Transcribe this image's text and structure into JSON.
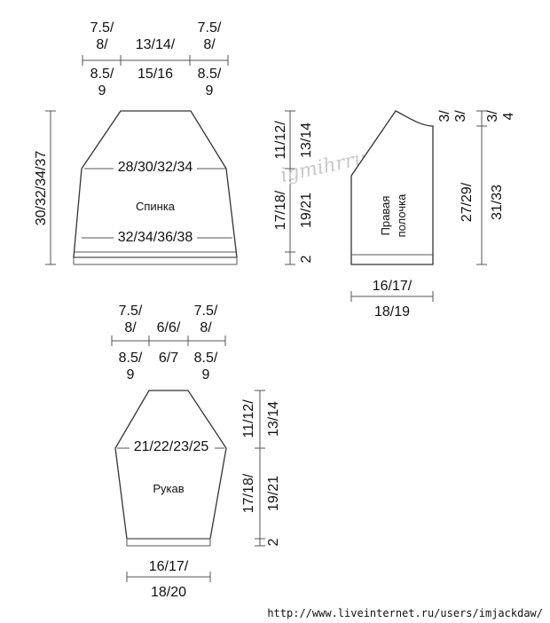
{
  "watermark": "igmihrru.ru",
  "footer_url": "http://www.liveinternet.ru/users/imjackdaw/",
  "back": {
    "name": "Спинка",
    "shoulder_left": [
      "7.5/",
      "8/"
    ],
    "shoulder_left_lower": [
      "8.5/",
      "9"
    ],
    "neck": "13/14/",
    "neck_lower": "15/16",
    "shoulder_right": [
      "7.5/",
      "8/"
    ],
    "shoulder_right_lower": [
      "8.5/",
      "9"
    ],
    "height": "30/32/34/37",
    "chest_width": "28/30/32/34",
    "hem_width": "32/34/36/38"
  },
  "armhole_scale": {
    "raglan_a": "11/12/",
    "raglan_b": "13/14",
    "body_a": "17/18/",
    "body_b": "19/21",
    "rib": "2"
  },
  "front": {
    "name": [
      "Правая",
      "полочка"
    ],
    "width_a": "16/17/",
    "width_b": "18/19",
    "neck_a": "3/",
    "neck_b": "3/",
    "neck_c": "3/",
    "neck_d": "4",
    "height_a": "27/29/",
    "height_b": "31/33"
  },
  "sleeve": {
    "name": "Рукав",
    "top_left": [
      "7.5/",
      "8/"
    ],
    "top_left_lower": [
      "8.5/",
      "9"
    ],
    "top_mid": "6/6/",
    "top_mid_lower": "6/7",
    "top_right": [
      "7.5/",
      "8/"
    ],
    "top_right_lower": [
      "8.5/",
      "9"
    ],
    "upper_width": "21/22/23/25",
    "raglan_a": "11/12/",
    "raglan_b": "13/14",
    "body_a": "17/18/",
    "body_b": "19/21",
    "rib": "2",
    "cuff_a": "16/17/",
    "cuff_b": "18/20"
  }
}
